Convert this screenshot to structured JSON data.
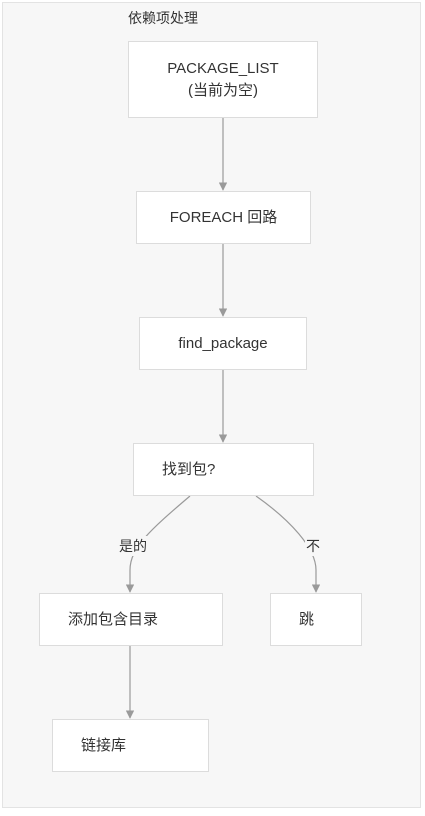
{
  "diagram": {
    "title": "依赖项处理",
    "nodes": {
      "package_list": {
        "line1": "PACKAGE_LIST",
        "line2": "(当前为空)"
      },
      "foreach": {
        "label": "FOREACH 回路"
      },
      "find_package": {
        "label": "find_package"
      },
      "found": {
        "label": "找到包?"
      },
      "add_include": {
        "label": "添加包含目录"
      },
      "skip": {
        "label": "跳"
      },
      "link": {
        "label": "链接库"
      }
    },
    "edge_labels": {
      "yes": "是的",
      "no": "不"
    },
    "colors": {
      "edge": "#9a9a9a",
      "node_border": "#dcdcdc",
      "background": "#f7f7f7"
    }
  }
}
